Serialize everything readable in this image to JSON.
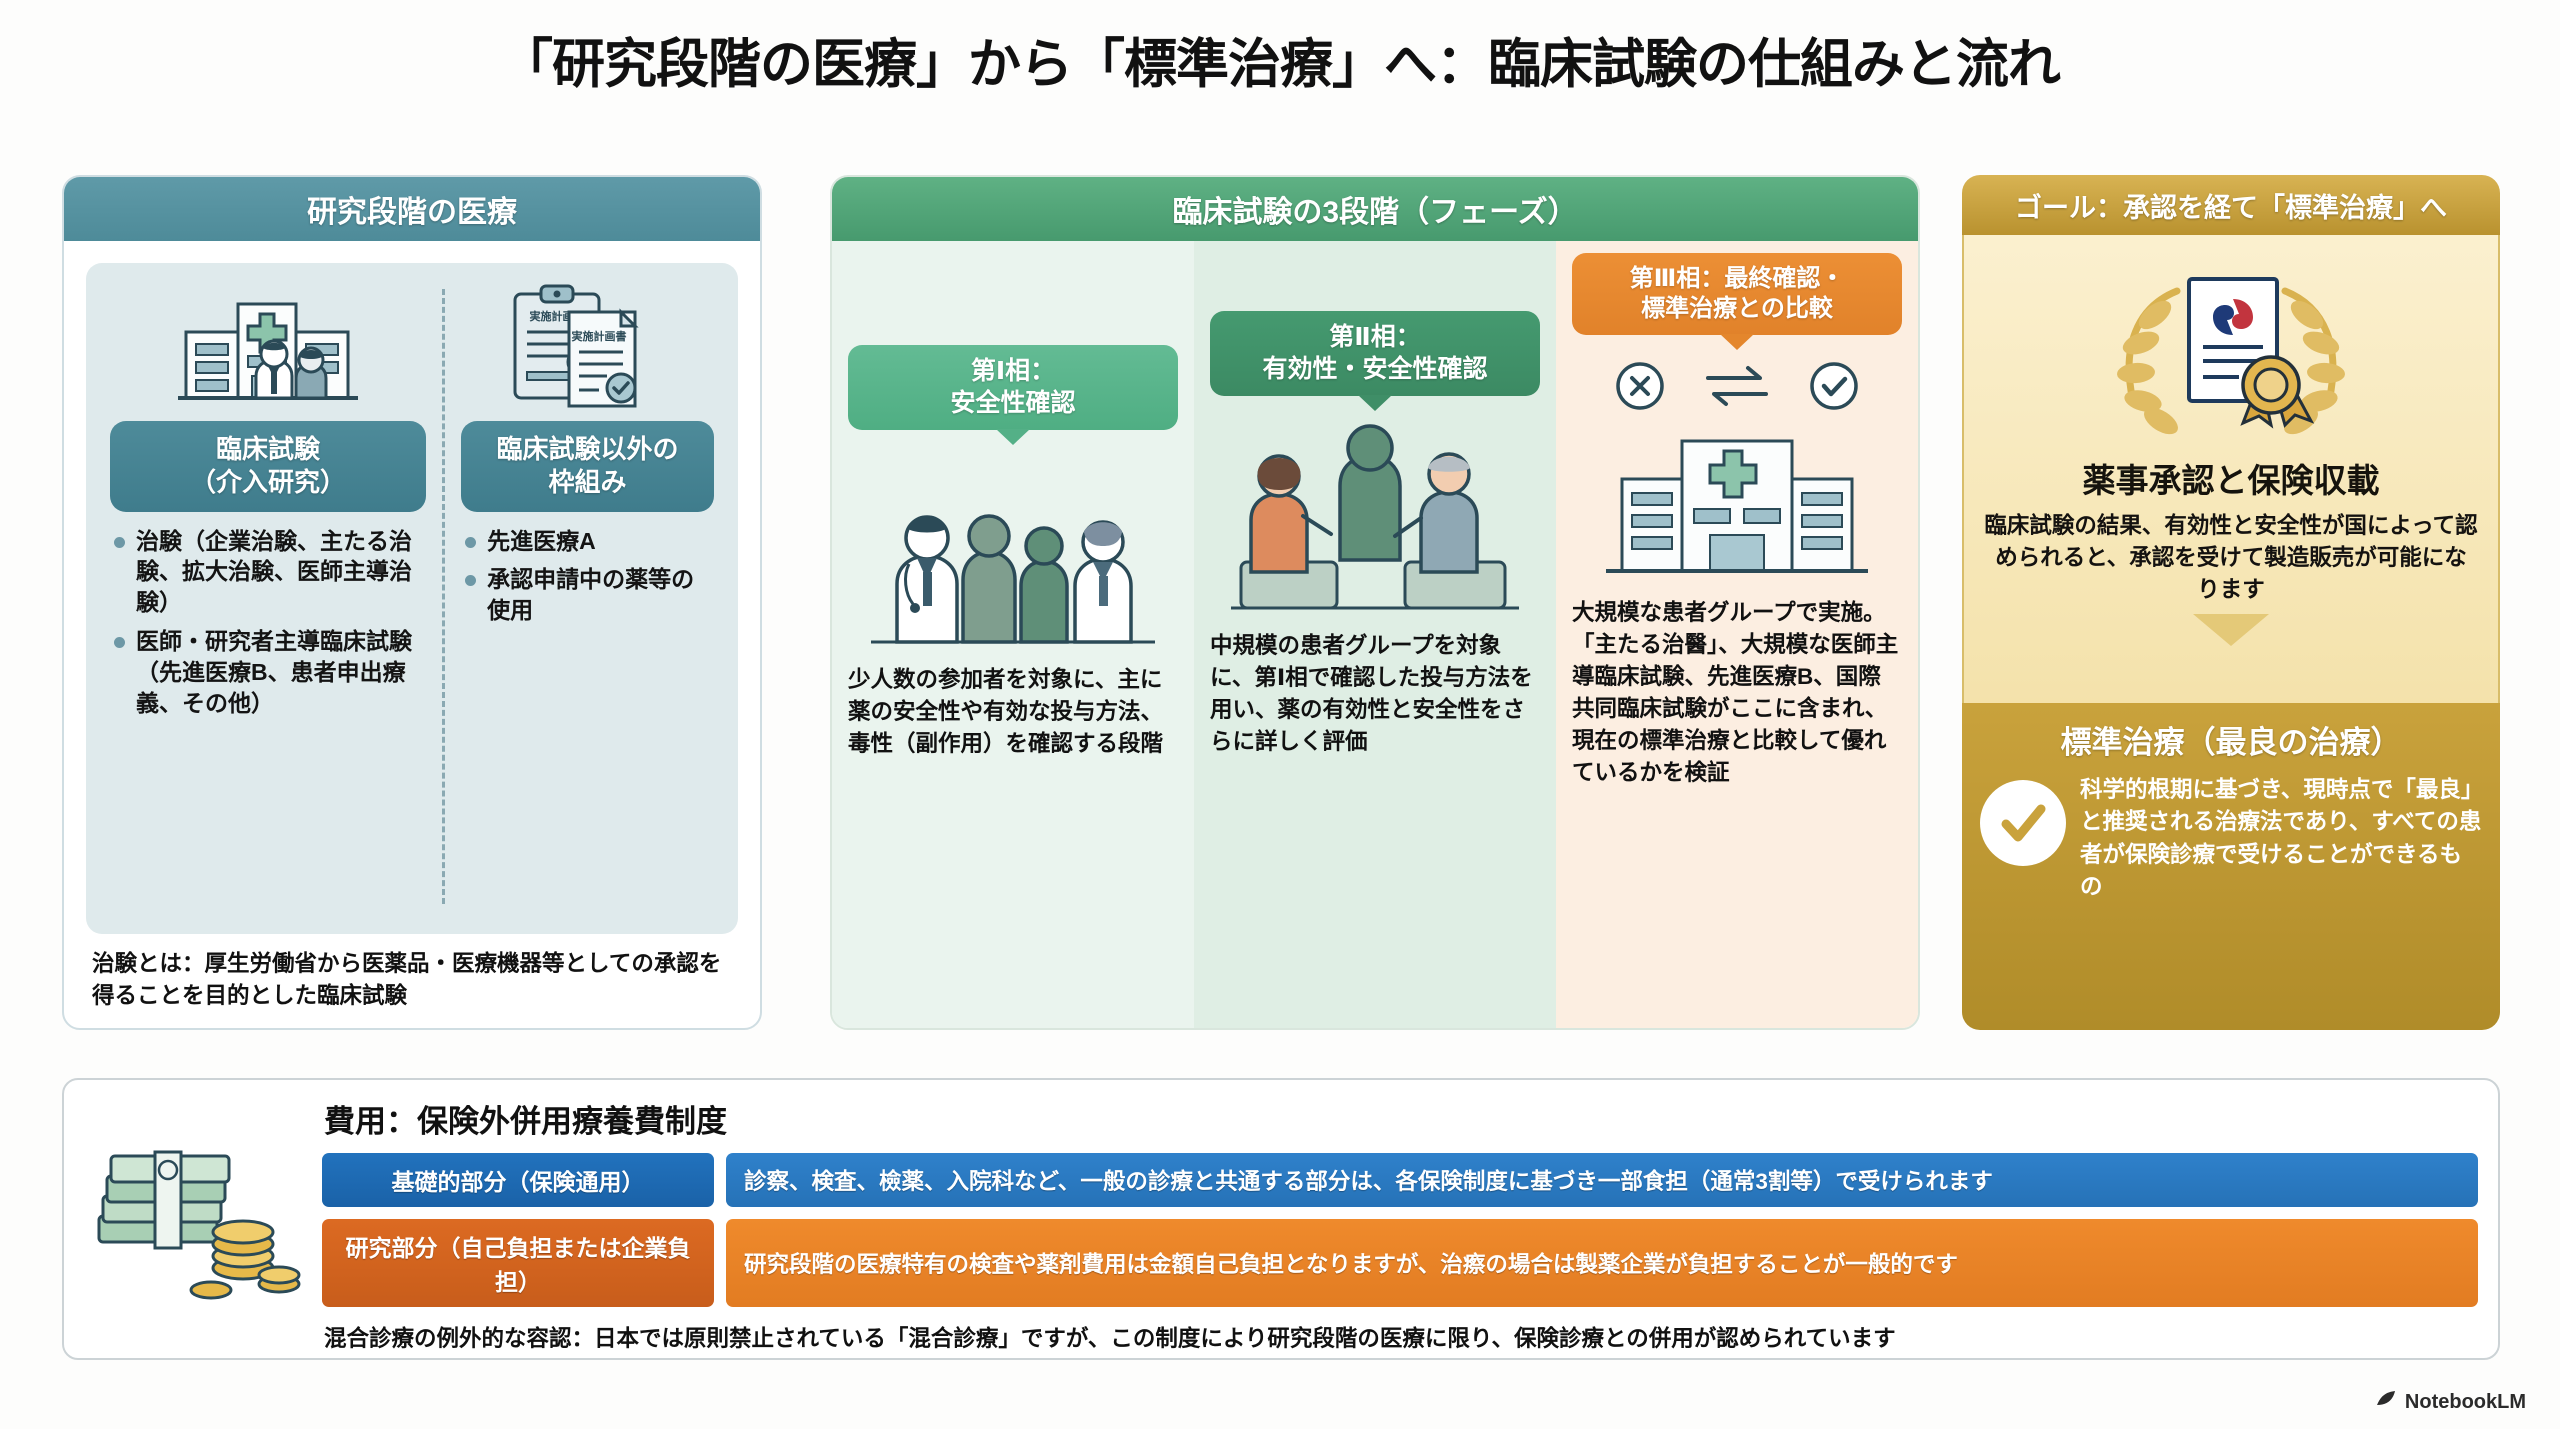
{
  "title": "「研究段階の医療」から「標準治療」へ：臨床試験の仕組みと流れ",
  "colors": {
    "teal_header": "#4e8b99",
    "green_header": "#479a6e",
    "gold_header": "#b9922f",
    "phase1": "#54b087",
    "phase2": "#3f8e67",
    "phase3": "#e4862c",
    "cost_blue": "#1a62a8",
    "cost_orange": "#c85d1b"
  },
  "left_panel": {
    "header": "研究段階の医療",
    "columns": [
      {
        "icon": "hospital-with-doctors-icon",
        "pill": "臨床試験\n（介入研究）",
        "bullets": [
          "治験（企業治験、主たる治験、拡大治験、医師主導治験）",
          "医師・研究者主導臨床試験（先進医療B、患者申出療義、その他）"
        ]
      },
      {
        "icon": "clipboard-documents-icon",
        "pill": "臨床試験以外の\n枠組み",
        "bullets": [
          "先進医療A",
          "承認申請中の薬等の使用"
        ]
      }
    ],
    "note": "治験とは：厚生労働省から医薬品・医療機器等としての承認を得ることを目的とした臨床試験"
  },
  "middle_panel": {
    "header": "臨床試験の3段階（フェーズ）",
    "phases": [
      {
        "label": "第Ⅰ相：\n安全性確認",
        "icon": "three-people-with-doctor-icon",
        "description": "少人数の参加者を対象に、主に薬の安全性や有効な投与方法、毒性（副作用）を確認する段階"
      },
      {
        "label": "第Ⅱ相：\n有効性・安全性確認",
        "icon": "patients-group-icon",
        "description": "中規模の患者グループを対象に、第Ⅰ相で確認した投与方法を用い、薬の有効性と安全性をさらに詳しく評価"
      },
      {
        "label": "第Ⅲ相：最終確認・\n標準治療との比較",
        "icon": "hospital-comparison-icon",
        "description": "大規模な患者グループで実施。「主たる治醫」、大規模な医師主導臨床試験、先進医療B、国際共同臨床試験がここに含まれ、現在の標準治療と比較して優れているかを検証"
      }
    ]
  },
  "right_panel": {
    "header": "ゴール：承認を経て「標準治療」へ",
    "award_icon": "laurel-certificate-medal-icon",
    "approval_heading": "薬事承認と保険収載",
    "approval_text": "臨床試験の結果、有効性と安全性が国によって認められると、承認を受けて製造販売が可能になります",
    "arrow_icon": "down-arrow-icon",
    "standard_heading": "標準治療（最良の治療）",
    "check_icon": "check-circle-icon",
    "standard_text": "科学的根期に基づき、現時点で「最良」と推奨される治療法であり、すべての患者が保険診療で受けることができるもの"
  },
  "cost_section": {
    "icon": "cash-and-coins-icon",
    "title": "費用：保険外併用療養費制度",
    "rows": [
      {
        "label": "基礎的部分（保険通用）",
        "text": "診察、検査、檢薬、入院科など、一般の診療と共通する部分は、各保険制度に基づき一部食担（通常3割等）で受けられます",
        "tone": "blue"
      },
      {
        "label": "研究部分（自己負担または企業負担）",
        "text": "研究段階の医療特有の検査や薬剤費用は金額自己負担となりますが、治瘵の場合は製薬企業が負担することが一般的です",
        "tone": "orange"
      }
    ],
    "note": "混合診療の例外的な容認：日本では原則禁止されている「混合診療」ですが、この制度により研究段階の医療に限り、保険診療との併用が認められています"
  },
  "watermark": {
    "icon": "notebooklm-icon",
    "label": "NotebookLM"
  }
}
